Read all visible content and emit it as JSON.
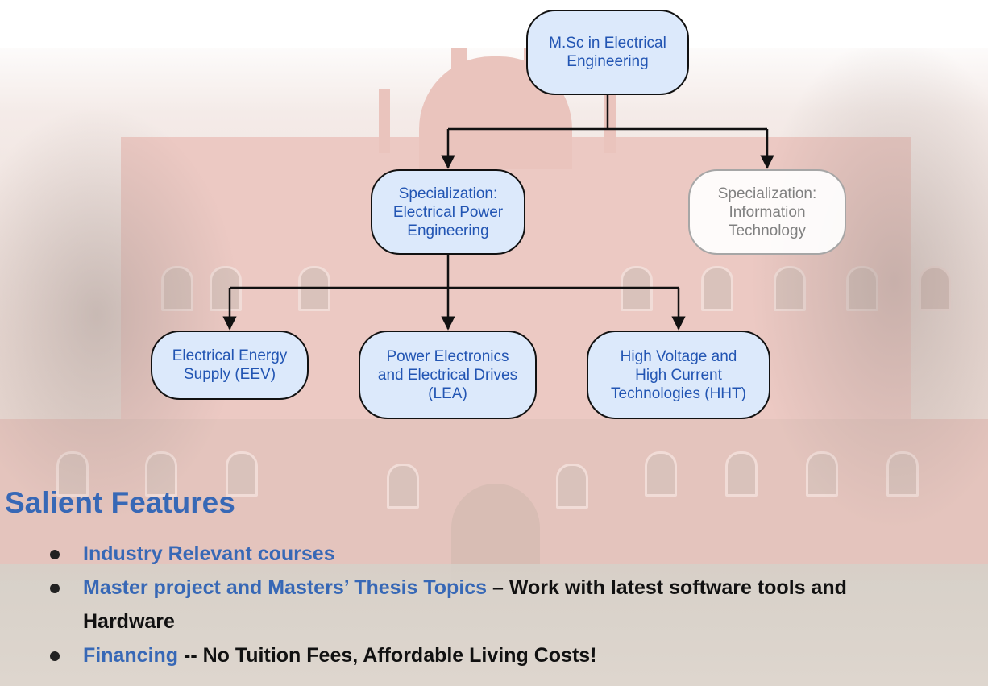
{
  "diagram": {
    "root": {
      "label": "M.Sc in Electrical\nEngineering"
    },
    "specializations": [
      {
        "label": "Specialization:\nElectrical Power\nEngineering",
        "style": "active"
      },
      {
        "label": "Specialization:\nInformation\nTechnology",
        "style": "inactive"
      }
    ],
    "tracks": [
      {
        "label": "Electrical Energy\nSupply (EEV)"
      },
      {
        "label": "Power Electronics\nand Electrical Drives\n(LEA)"
      },
      {
        "label": "High Voltage and\nHigh Current\nTechnologies (HHT)"
      }
    ],
    "colors": {
      "node_fill": "#dce9fb",
      "node_text": "#2255b3",
      "inactive_text": "#808080",
      "heading": "#3768b6"
    }
  },
  "features": {
    "title": "Salient Features",
    "items": [
      {
        "highlight": "Industry Relevant courses",
        "rest": ""
      },
      {
        "highlight": "Master project and Masters’ Thesis Topics",
        "rest": " – Work with latest software tools and Hardware"
      },
      {
        "highlight": "Financing",
        "rest": " -- No Tuition Fees, Affordable Living Costs!"
      }
    ]
  }
}
